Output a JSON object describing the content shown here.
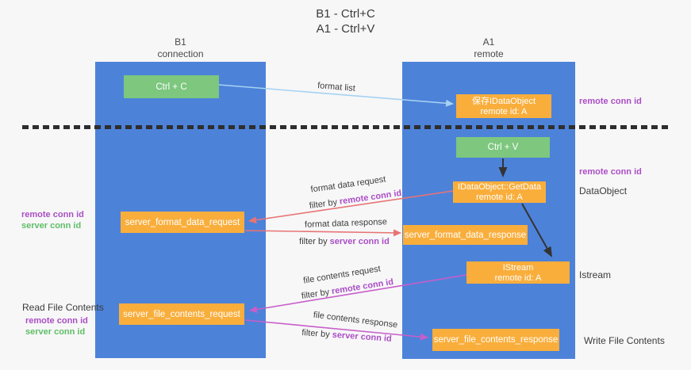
{
  "title": {
    "line1": "B1 - Ctrl+C",
    "line2": "A1 - Ctrl+V"
  },
  "lanes": {
    "b1": {
      "name": "B1",
      "role": "connection"
    },
    "a1": {
      "name": "A1",
      "role": "remote"
    }
  },
  "nodes": {
    "ctrl_c": {
      "label": "Ctrl + C"
    },
    "ctrl_v": {
      "label": "Ctrl + V"
    },
    "save_dataobject": {
      "line1": "保存IDataObject",
      "line2": "remote id: A"
    },
    "getdata": {
      "line1": "IDataObject::GetData",
      "line2": "remote id: A"
    },
    "istream": {
      "line1": "IStream",
      "line2": "remote id: A"
    },
    "server_format_data_request": {
      "label": "server_format_data_request"
    },
    "server_format_data_response": {
      "label": "server_format_data_response"
    },
    "server_file_contents_request": {
      "label": "server_file_contents_request"
    },
    "server_file_contents_response": {
      "label": "server_file_contents_response"
    }
  },
  "arrows": {
    "format_list": {
      "label": "format list"
    },
    "format_data_request": {
      "label": "format data request",
      "filter_prefix": "filter by",
      "filter_key": "remote conn id"
    },
    "format_data_response": {
      "label": "format data response",
      "filter_prefix": "filter by",
      "filter_key": "server conn id"
    },
    "file_contents_request": {
      "label": "file contents request",
      "filter_prefix": "filter by",
      "filter_key": "remote conn id"
    },
    "file_contents_response": {
      "label": "file contents response",
      "filter_prefix": "filter by",
      "filter_key": "server conn id"
    }
  },
  "annotations": {
    "right_top_remote_conn_id": "remote conn id",
    "right_mid_remote_conn_id": "remote conn id",
    "dataobject": "DataObject",
    "istream": "Istream",
    "write_file_contents": "Write File Contents",
    "left_remote_conn_id_top": "remote conn id",
    "left_server_conn_id_top": "server conn id",
    "read_file_contents": "Read File Contents",
    "left_remote_conn_id_bottom": "remote conn id",
    "left_server_conn_id_bottom": "server conn id"
  },
  "colors": {
    "lane_blue": "#4d82d9",
    "box_green": "#7dc77e",
    "box_orange": "#f9ae3c",
    "arrow_light_blue": "#a5d2f2",
    "arrow_red": "#e87474",
    "arrow_magenta": "#c75ec9",
    "arrow_black": "#333333",
    "label_purple": "#ab4ec4",
    "label_green": "#5fbe66"
  }
}
